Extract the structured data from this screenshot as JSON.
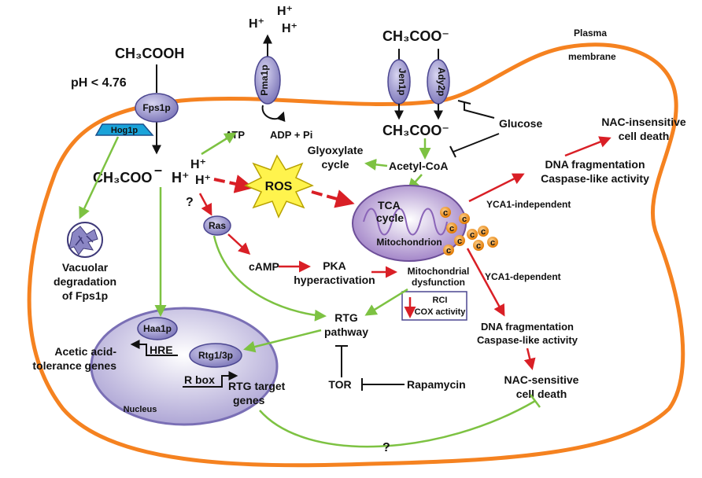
{
  "labels": {
    "plasma": "Plasma",
    "membrane": "membrane",
    "ch3cooh": "CH₃COOH",
    "ph": "pH < 4.76",
    "fps1p": "Fps1p",
    "hog1p": "Hog1p",
    "ch3coo_left": "CH₃COO",
    "minus": "–",
    "h_plus": "H⁺",
    "h_top_1": "H⁺",
    "h_top_2": "H⁺",
    "h_top_3": "H⁺",
    "pma1p": "Pma1p",
    "atp": "ATP",
    "adp_pi": "ADP + Pi",
    "h_a": "H⁺",
    "h_b": "H⁺",
    "question1": "?",
    "ros": "ROS",
    "ch3coo_top": "CH₃COO⁻",
    "jen1p": "Jen1p",
    "ady2p": "Ady2p",
    "ch3coo_mid": "CH₃COO⁻",
    "glucose": "Glucose",
    "glyoxylate_1": "Glyoxylate",
    "glyoxylate_2": "cycle",
    "acetyl_coa": "Acetyl-CoA",
    "nac_ins_1": "NAC-insensitive",
    "nac_ins_2": "cell death",
    "dna_frag_1a": "DNA fragmentation",
    "dna_frag_1b": "Caspase-like activity",
    "yca1_indep": "YCA1-independent",
    "tca_1": "TCA",
    "tca_2": "cycle",
    "mitochondrion": "Mitochondrion",
    "cyto_c": "c",
    "ras": "Ras",
    "camp": "cAMP",
    "pka_1": "PKA",
    "pka_2": "hyperactivation",
    "mito_dys_1": "Mitochondrial",
    "mito_dys_2": "dysfunction",
    "yca1_dep": "YCA1-dependent",
    "rci": "RCI",
    "cox": "COX activity",
    "vac_1": "Vacuolar",
    "vac_2": "degradation",
    "vac_3": "of Fps1p",
    "rtg_1": "RTG",
    "rtg_2": "pathway",
    "dna_frag_2a": "DNA fragmentation",
    "dna_frag_2b": "Caspase-like activity",
    "haa1p": "Haa1p",
    "hre": "HRE",
    "acetic_1": "Acetic acid-",
    "acetic_2": "tolerance genes",
    "rtg13p": "Rtg1/3p",
    "rbox": "R box",
    "rtg_target_1": "RTG target",
    "rtg_target_2": "genes",
    "nucleus": "Nucleus",
    "tor": "TOR",
    "rapamycin": "Rapamycin",
    "nac_sens_1": "NAC-sensitive",
    "nac_sens_2": "cell death",
    "question2": "?"
  },
  "colors": {
    "membrane": "#f58220",
    "activation_green": "#7dc242",
    "pathway_red": "#d91f26",
    "protein_purple": "#8b86c4",
    "hog1p_blue": "#1aa3d9",
    "ros_yellow": "#fff34d",
    "mitochondrion": "#b89fd0",
    "nucleus": "#c9c3e2",
    "cytochrome_c": "#f7941d"
  },
  "icons": [
    "ros-burst-icon",
    "vacuole-icon",
    "mitochondrion-icon",
    "cytochrome-c-icon",
    "nucleus-icon"
  ]
}
